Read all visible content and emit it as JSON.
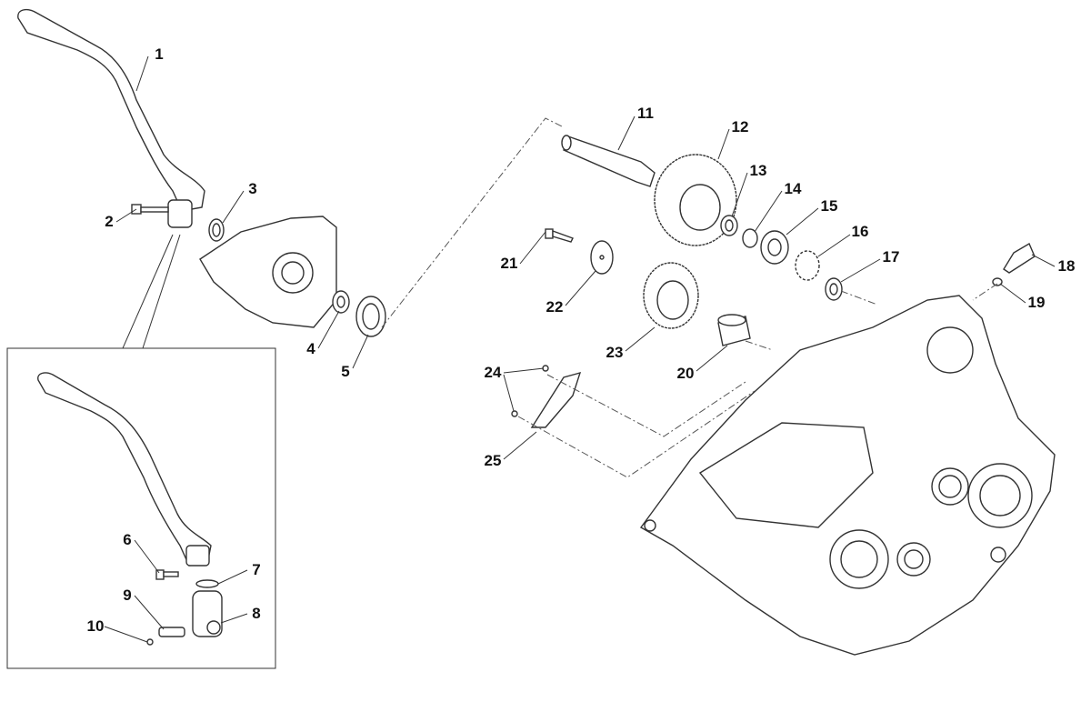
{
  "diagram": {
    "title": "Kick starter and crankcase exploded view",
    "callouts": [
      "1",
      "2",
      "3",
      "4",
      "5",
      "6",
      "7",
      "8",
      "9",
      "10",
      "11",
      "12",
      "13",
      "14",
      "15",
      "16",
      "17",
      "18",
      "19",
      "20",
      "21",
      "22",
      "23",
      "24",
      "25"
    ]
  }
}
